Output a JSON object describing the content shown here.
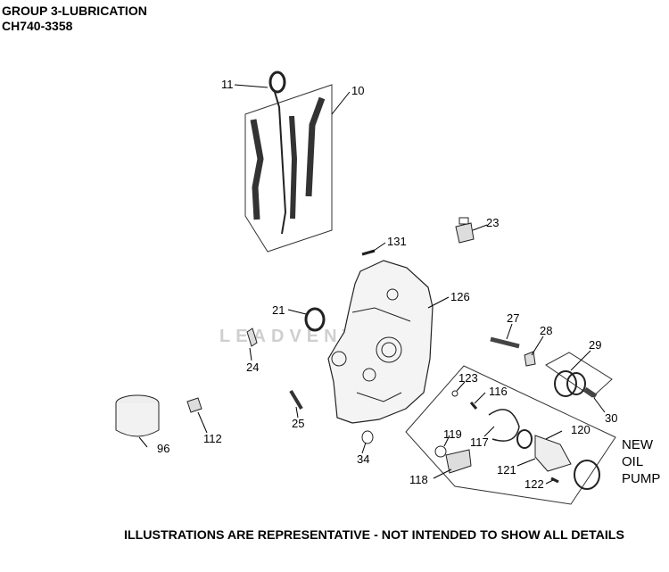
{
  "title": "GROUP 3-LUBRICATION",
  "model": "CH740-3358",
  "footer": "ILLUSTRATIONS ARE REPRESENTATIVE - NOT INTENDED TO SHOW ALL DETAILS",
  "note": [
    "NEW",
    "OIL",
    "PUMP"
  ],
  "watermark": "LEADVENTURE",
  "callouts": [
    "11",
    "10",
    "23",
    "131",
    "126",
    "21",
    "27",
    "28",
    "29",
    "24",
    "123",
    "116",
    "30",
    "25",
    "120",
    "117",
    "119",
    "96",
    "112",
    "34",
    "121",
    "118",
    "122"
  ]
}
